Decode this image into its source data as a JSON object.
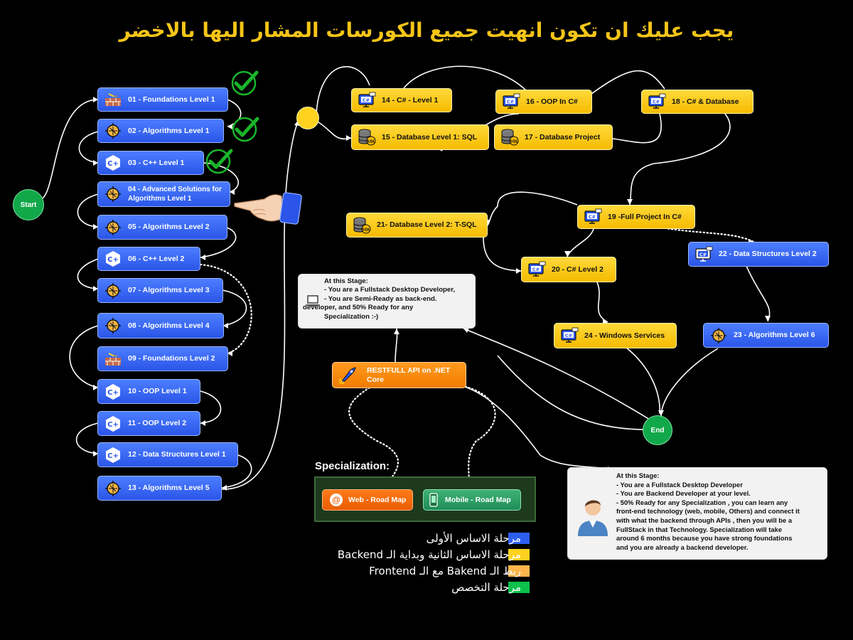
{
  "title": "يجب عليك ان تكون انهيت جميع الكورسات المشار اليها بالاخضر",
  "start_label": "Start",
  "end_label": "End",
  "colors": {
    "blue": "#2e5ef0",
    "yellow": "#ffd21f",
    "orange": "#ffb74d",
    "green": "#0ec04d",
    "check": "#19b52a"
  },
  "courses": [
    {
      "id": "c01",
      "label": "01 - Foundations Level 1",
      "icon": "brick-wall-icon",
      "completed": true
    },
    {
      "id": "c02",
      "label": "02 - Algorithms Level 1",
      "icon": "brain-chip-icon",
      "completed": true
    },
    {
      "id": "c03",
      "label": "03 - C++ Level 1",
      "icon": "cpp-logo-icon",
      "completed": true
    },
    {
      "id": "c04",
      "label": "04 - Advanced Solutions for Algorithms Level 1",
      "icon": "brain-chip-icon",
      "completed": false
    },
    {
      "id": "c05",
      "label": "05 - Algorithms  Level 2",
      "icon": "brain-chip-icon",
      "completed": false
    },
    {
      "id": "c06",
      "label": "06 - C++ Level 2",
      "icon": "cpp-logo-icon",
      "completed": false
    },
    {
      "id": "c07",
      "label": "07 - Algorithms Level 3",
      "icon": "brain-chip-icon",
      "completed": false
    },
    {
      "id": "c08",
      "label": "08 - Algorithms Level 4",
      "icon": "brain-chip-icon",
      "completed": false
    },
    {
      "id": "c09",
      "label": "09 - Foundations Level 2",
      "icon": "brick-wall-icon",
      "completed": false
    },
    {
      "id": "c10",
      "label": "10 - OOP Level 1",
      "icon": "cpp-logo-icon",
      "completed": false
    },
    {
      "id": "c11",
      "label": "11 - OOP Level 2",
      "icon": "cpp-logo-icon",
      "completed": false
    },
    {
      "id": "c12",
      "label": "12 - Data Structures Level 1",
      "icon": "cpp-logo-icon",
      "completed": false
    },
    {
      "id": "c13",
      "label": "13 - Algorithms Level 5",
      "icon": "brain-chip-icon",
      "completed": false
    },
    {
      "id": "c14",
      "label": "14 - C# - Level 1",
      "icon": "csharp-monitor-icon"
    },
    {
      "id": "c15",
      "label": "15 - Database Level 1: SQL",
      "icon": "sql-database-icon"
    },
    {
      "id": "c16",
      "label": "16 - OOP In C#",
      "icon": "csharp-monitor-icon"
    },
    {
      "id": "c17",
      "label": "17 - Database Project",
      "icon": "sql-database-icon"
    },
    {
      "id": "c18",
      "label": "18 - C# & Database",
      "icon": "csharp-monitor-icon"
    },
    {
      "id": "c19",
      "label": "19 -Full Project In C#",
      "icon": "csharp-monitor-icon"
    },
    {
      "id": "c20",
      "label": "20 - C# Level 2",
      "icon": "csharp-monitor-icon"
    },
    {
      "id": "c21",
      "label": "21- Database Level 2: T-SQL",
      "icon": "sql-database-icon"
    },
    {
      "id": "c22",
      "label": "22 - Data Structures Level 2",
      "icon": "csharp-monitor-icon"
    },
    {
      "id": "c23",
      "label": "23 - Algorithms Level 6",
      "icon": "brain-chip-icon"
    },
    {
      "id": "c24",
      "label": "24 - Windows Services",
      "icon": "csharp-monitor-icon"
    },
    {
      "id": "api",
      "label": "RESTFULL API on .NET Core",
      "icon": "rocket-icon"
    }
  ],
  "note1": {
    "lines": [
      "At this Stage:",
      "- You are a Fullstack Desktop Developer,",
      "- You are Semi-Ready as back-end.",
      "developer, and 50% Ready for any",
      "Specialization :-)"
    ],
    "icon": "laptop-icon"
  },
  "note2": {
    "lines": [
      "At this Stage:",
      "- You are a Fullstack Desktop Developer",
      "- You are Backend Developer at your level.",
      "- 50% Ready for any Specialization , you can learn any",
      "front-end technology (web, mobile, Others) and connect it",
      "with what the backend through APIs , then you will be a",
      "FullStack in that Technology. Specialization will take",
      "around 6 months because you have strong foundations",
      "and you are already a backend developer."
    ],
    "icon": "developer-avatar-icon"
  },
  "specialization": {
    "label": "Specialization:",
    "web": {
      "label": "Web - Road Map",
      "icon": "at-sign-icon"
    },
    "mobile": {
      "label": "Mobile - Road Map",
      "icon": "smartphone-icon"
    }
  },
  "legend": [
    {
      "text": "مرحلة الاساس الأولى",
      "color": "#2e5ef0"
    },
    {
      "text": "مرحلة الاساس الثانية وبداية الـ Backend",
      "color": "#ffd21f"
    },
    {
      "text": "ربط الـ Bakend مع الـ Frontend",
      "color": "#ffb74d"
    },
    {
      "text": "مرحلة التخصص",
      "color": "#0ec04d"
    }
  ]
}
